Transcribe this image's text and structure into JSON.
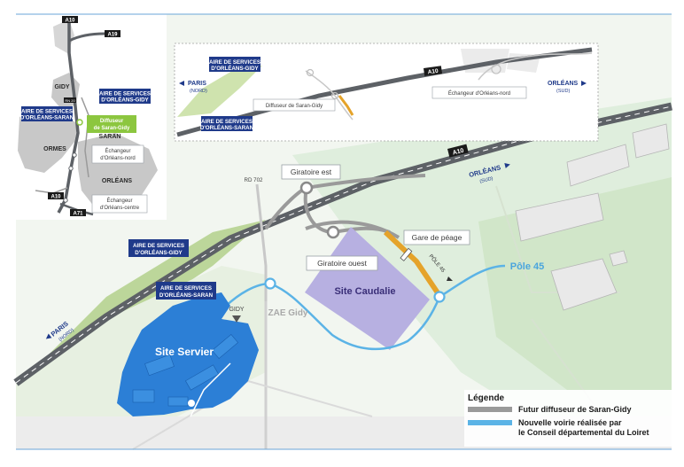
{
  "colors": {
    "green_light": "#dfeedd",
    "green_area": "#c9e0bf",
    "olive": "#bcd69a",
    "grey_area": "#c8c8c8",
    "motorway": "#5d6166",
    "navy": "#1f3a8a",
    "servier_blue": "#2c7fd6",
    "caudalie_purple": "#b7b0e1",
    "orange": "#e5a32a",
    "new_road_blue": "#5bb3e6",
    "future_road_grey": "#9a9a9a",
    "diffuseur_green": "#8cc63f"
  },
  "map": {
    "site_servier": "Site Servier",
    "site_caudalie": "Site Caudalie",
    "zae_gidy": "ZAE Gidy",
    "pole45": "Pôle 45",
    "pole45_road": "PÔLE 45",
    "gare_peage": "Gare de péage",
    "giratoire_est": "Giratoire est",
    "giratoire_ouest": "Giratoire ouest",
    "rd702": "RD 702",
    "gidy": "GIDY",
    "a10": "A10",
    "paris": "PARIS",
    "nord": "(NORD)",
    "orleans": "ORLÉANS",
    "sud": "(SUD)",
    "aire_services": "AIRE DE SERVICES",
    "aire_gidy": "D'ORLÉANS-GIDY",
    "aire_saran": "D'ORLÉANS-SARAN"
  },
  "inset_top": {
    "a10": "A10",
    "paris": "PARIS",
    "nord": "(NORD)",
    "orleans": "ORLÉANS",
    "sud": "(SUD)",
    "aire_services": "AIRE DE SERVICES",
    "aire_gidy": "D'ORLÉANS-GIDY",
    "aire_saran": "D'ORLÉANS-SARAN",
    "diffuseur": "Diffuseur de Saran-Gidy",
    "echangeur_nord": "Échangeur d'Orléans-nord"
  },
  "inset_left": {
    "a10": "A10",
    "a19": "A19",
    "a71": "A71",
    "rn20": "RN 20",
    "gidy": "GIDY",
    "saran": "SARAN",
    "ormes": "ORMES",
    "orleans": "ORLÉANS",
    "aire_services": "AIRE DE SERVICES",
    "aire_gidy": "D'ORLÉANS-GIDY",
    "aire_saran": "D'ORLÉANS-SARAN",
    "diffuseur_l1": "Diffuseur",
    "diffuseur_l2": "de Saran-Gidy",
    "ech_nord_l1": "Échangeur",
    "ech_nord_l2": "d'Orléans-nord",
    "ech_centre_l1": "Échangeur",
    "ech_centre_l2": "d'Orléans-centre"
  },
  "legend": {
    "title": "Légende",
    "item1": "Futur diffuseur de Saran-Gidy",
    "item2_l1": "Nouvelle voirie réalisée par",
    "item2_l2": "le Conseil départemental du Loiret"
  }
}
